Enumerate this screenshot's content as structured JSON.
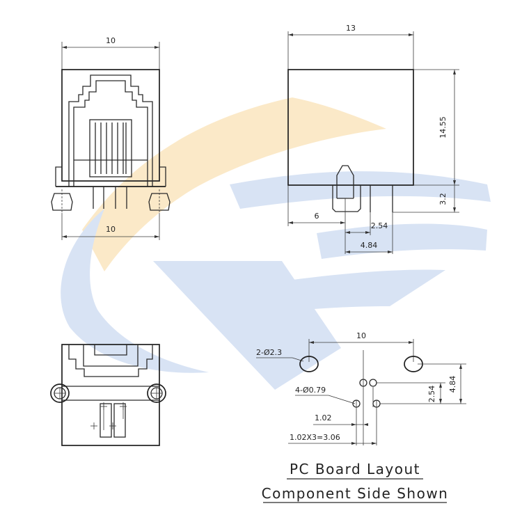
{
  "watermark": {
    "yellow": "#fbe9c8",
    "blue": "#d8e3f4"
  },
  "front_view": {
    "width_top_label": "10",
    "width_bottom_label": "10"
  },
  "side_view": {
    "width_label": "13",
    "height_label": "14.55",
    "lead_length_label": "3.2",
    "offset_label": "6",
    "pitch_label": "2.54",
    "pitch_total_label": "4.84"
  },
  "pcb_layout": {
    "mount_hole_label": "2-Ø2.3",
    "pin_hole_label": "4-Ø0.79",
    "mount_spacing_label": "10",
    "row_offset_label": "2.54",
    "row_total_label": "4.84",
    "pin_pitch_label": "1.02",
    "pin_span_label": "1.02X3=3.06",
    "caption_line1": "PC Board Layout",
    "caption_line2": "Component Side Shown"
  }
}
